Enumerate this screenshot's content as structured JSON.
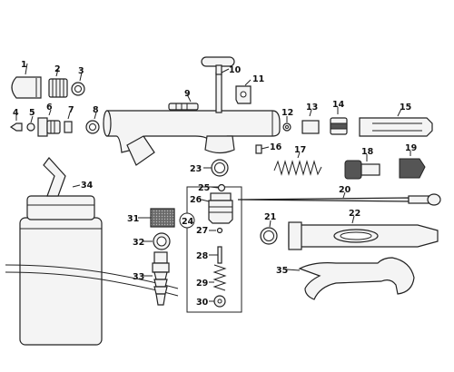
{
  "callouts": [
    "1",
    "2",
    "3",
    "4",
    "5",
    "6",
    "7",
    "8",
    "9",
    "10",
    "11",
    "12",
    "13",
    "14",
    "15",
    "16",
    "17",
    "18",
    "19",
    "20",
    "21",
    "22",
    "23",
    "24",
    "25",
    "26",
    "27",
    "28",
    "29",
    "30",
    "31",
    "32",
    "33",
    "34",
    "35"
  ]
}
